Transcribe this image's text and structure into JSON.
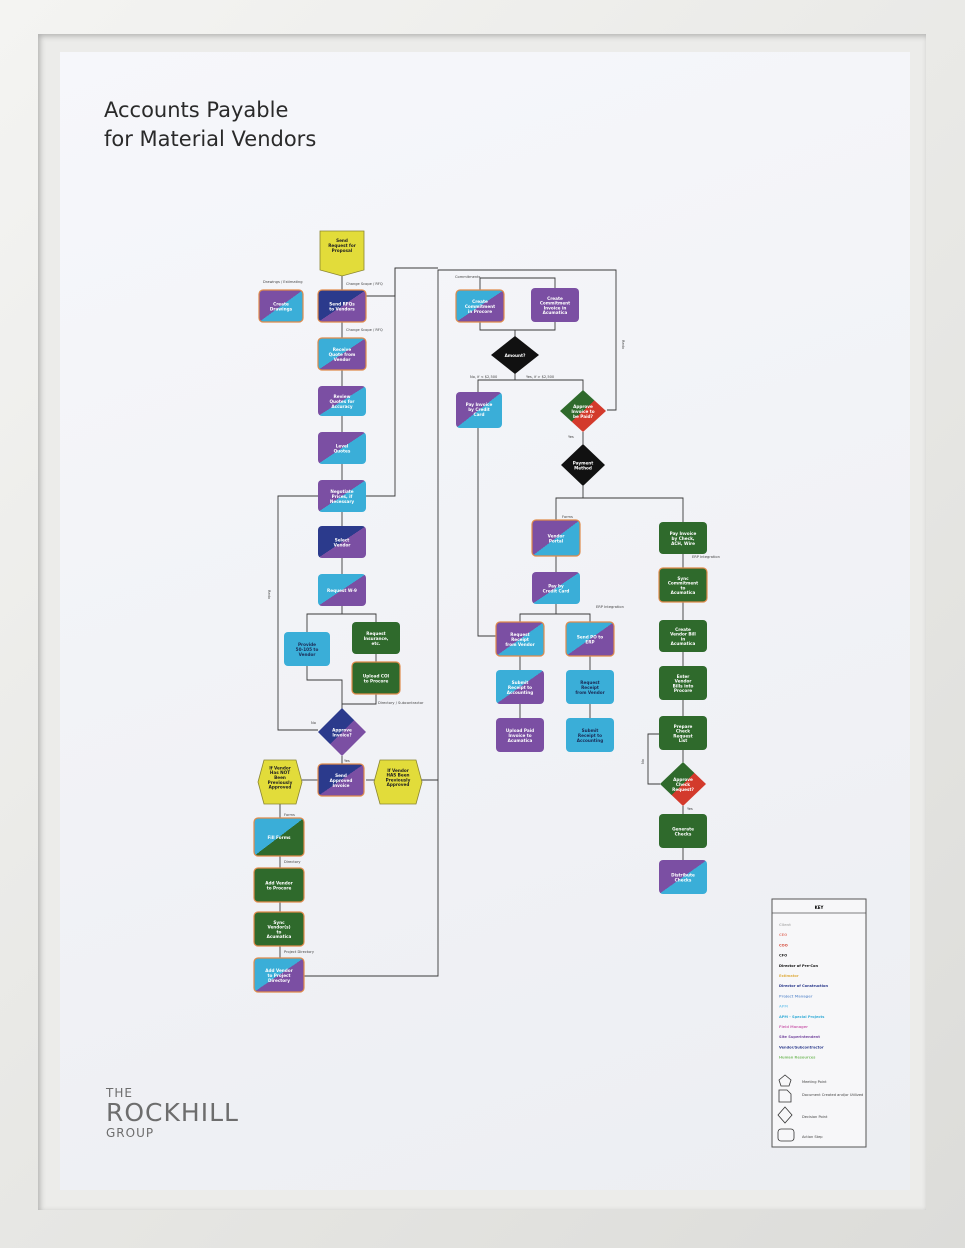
{
  "title": {
    "line1": "Accounts Payable",
    "line2": "for Material Vendors"
  },
  "logo": {
    "the": "THE",
    "name": "ROCKHILL",
    "group": "GROUP"
  },
  "colors": {
    "purple": "#7b4fa3",
    "teal": "#3aaed8",
    "navy": "#2b3a8c",
    "green": "#2f6a2c",
    "yellow": "#e2dc3a",
    "black": "#111111",
    "red": "#d33a2c"
  },
  "nodes": {
    "send_rfp": "Send Request for Proposal",
    "create_bid": "Create Drawings",
    "send_rfqs": "Send RFQs to Vendors",
    "receive_quote": "Receive Quote from Vendor",
    "review_quotes": "Review Quotes for Accuracy",
    "level_quotes": "Level Quotes",
    "negotiate": "Negotiate Prices, if Necessary",
    "select_vendor": "Select Vendor",
    "request_w9": "Request W-9",
    "provide_coi": "Provide 50-105 to Vendor",
    "request_ins": "Request Insurance, etc.",
    "upload_coi": "Upload COI to Procore",
    "approve_invoice": "Approve Invoice?",
    "send_approved": "Send Approved Invoice",
    "not_approved": "If Vendor Has NOT Been Previously Approved",
    "has_approved": "If Vendor HAS Been Previously Approved",
    "fill_forms": "Fill Forms",
    "add_vendor": "Add Vendor to Procore",
    "sync_vendor": "Sync Vendor(s) to Acumatica",
    "add_project": "Add Vendor to Project Directory",
    "create_commit_proc": "Create Commitment in Procore",
    "create_commit_acu": "Create Commitment Invoice in Acumatica",
    "amount_decision": "Amount?",
    "pay_cc": "Pay Invoice by Credit Card",
    "approve_paid": "Approve Invoice to be Paid?",
    "payment_method": "Payment Method",
    "vendor_portal": "Vendor Portal",
    "pay_by_cc2": "Pay by Credit Card",
    "send_po": "Send PO to ERP",
    "request_receipt": "Request Receipt from Vendor",
    "submit_receipt": "Submit Receipt to Accounting",
    "upload_paid": "Upload Paid Invoice to Acumatica",
    "request_receipt2": "Request Receipt from Vendor",
    "submit_receipt2": "Submit Receipt to Accounting",
    "pay_check": "Pay Invoice by Check, ACH, Wire",
    "sync_commit": "Sync Commitment to Acumatica",
    "create_bill": "Create Vendor Bill in Acumatica",
    "enter_bill": "Enter Vendor Bills into Procore",
    "prepare_check": "Prepare Check Request List",
    "approve_check": "Approve Check Request?",
    "generate_checks": "Generate Checks",
    "distribute_checks": "Distribute Checks"
  },
  "labels": {
    "drawings": "Drawings / Estimating",
    "quote_review": "Change Scope / RFQ",
    "receive_lbl": "Change Scope / RFQ",
    "redo": "Redo",
    "redo2": "Redo",
    "no": "No",
    "yes": "Yes",
    "no_amount": "No, if < $2,500",
    "yes_amount": "Yes, if > $2,500",
    "yes2": "Yes",
    "commitments": "Commitments",
    "forms": "Forms",
    "erp": "ERP Integration",
    "erp2": "ERP Integration",
    "directory": "Directory / Subcontractor",
    "vendor_portal_lbl": "Forms",
    "directory2": "Directory",
    "project_dir": "Project Directory",
    "yes3": "Yes",
    "no2": "No"
  },
  "key": {
    "title": "KEY",
    "roles": [
      {
        "name": "Client",
        "color": "#b9b9b9"
      },
      {
        "name": "CEO",
        "color": "#e58a80"
      },
      {
        "name": "COO",
        "color": "#d44a3a"
      },
      {
        "name": "CFO",
        "color": "#222222"
      },
      {
        "name": "Director of Pre-Con",
        "color": "#111111"
      },
      {
        "name": "Estimator",
        "color": "#e0b04a"
      },
      {
        "name": "Director of Construction",
        "color": "#2b3a8c"
      },
      {
        "name": "Project Manager",
        "color": "#7fa3d6"
      },
      {
        "name": "APM",
        "color": "#8fd0ef"
      },
      {
        "name": "APM - Special Projects",
        "color": "#3aaed8"
      },
      {
        "name": "Field Manager",
        "color": "#d06fb5"
      },
      {
        "name": "Site Superintendent",
        "color": "#7b4fa3"
      },
      {
        "name": "Vendor/Subcontractor",
        "color": "#2b3a8c"
      },
      {
        "name": "Human Resources",
        "color": "#7fbf6a"
      }
    ],
    "shapes": [
      {
        "name": "Meeting Point",
        "icon": "hexagon-icon"
      },
      {
        "name": "Document Created and/or Utilized",
        "icon": "document-icon"
      },
      {
        "name": "Decision Point",
        "icon": "diamond-icon"
      },
      {
        "name": "Action Step",
        "icon": "rounded-rect-icon"
      }
    ]
  }
}
